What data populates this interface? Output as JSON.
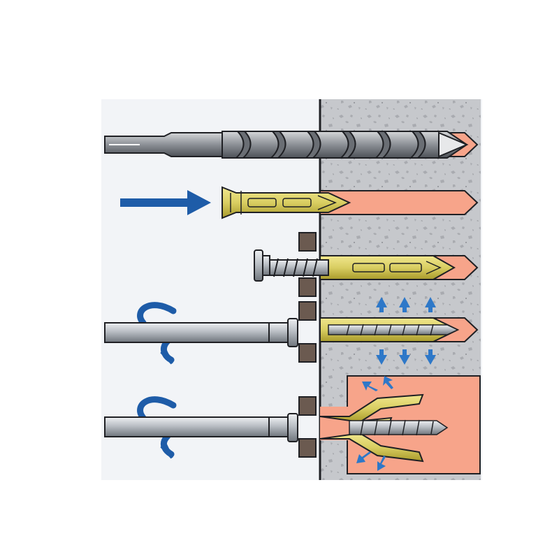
{
  "diagram": {
    "steps": [
      {
        "id": "drill-hole",
        "tool": "drill-bit",
        "action": "none"
      },
      {
        "id": "insert-plug",
        "tool": "none",
        "action": "push-arrow"
      },
      {
        "id": "position-fixture",
        "tool": "screw",
        "action": "none"
      },
      {
        "id": "tighten-expand-solid",
        "tool": "screwdriver",
        "action": "rotate-arrow",
        "expansion": "radial"
      },
      {
        "id": "tighten-knot-hollow",
        "tool": "screwdriver",
        "action": "rotate-arrow",
        "expansion": "knot"
      }
    ],
    "colors": {
      "wall": "#c6c8cc",
      "wall_speckle": "#a9abb0",
      "hole": "#f7a48a",
      "plug": "#d9ce62",
      "plug_dark": "#a89a2a",
      "arrow": "#1e5ca8",
      "expansion_arrow": "#2e78c8",
      "fixture": "#6b5a50",
      "steel": "#9aa0a6",
      "outline": "#1f2024"
    },
    "icons": [
      "drill-bit-icon",
      "push-arrow-icon",
      "rotate-arrow-icon",
      "expansion-arrow-icon"
    ]
  }
}
